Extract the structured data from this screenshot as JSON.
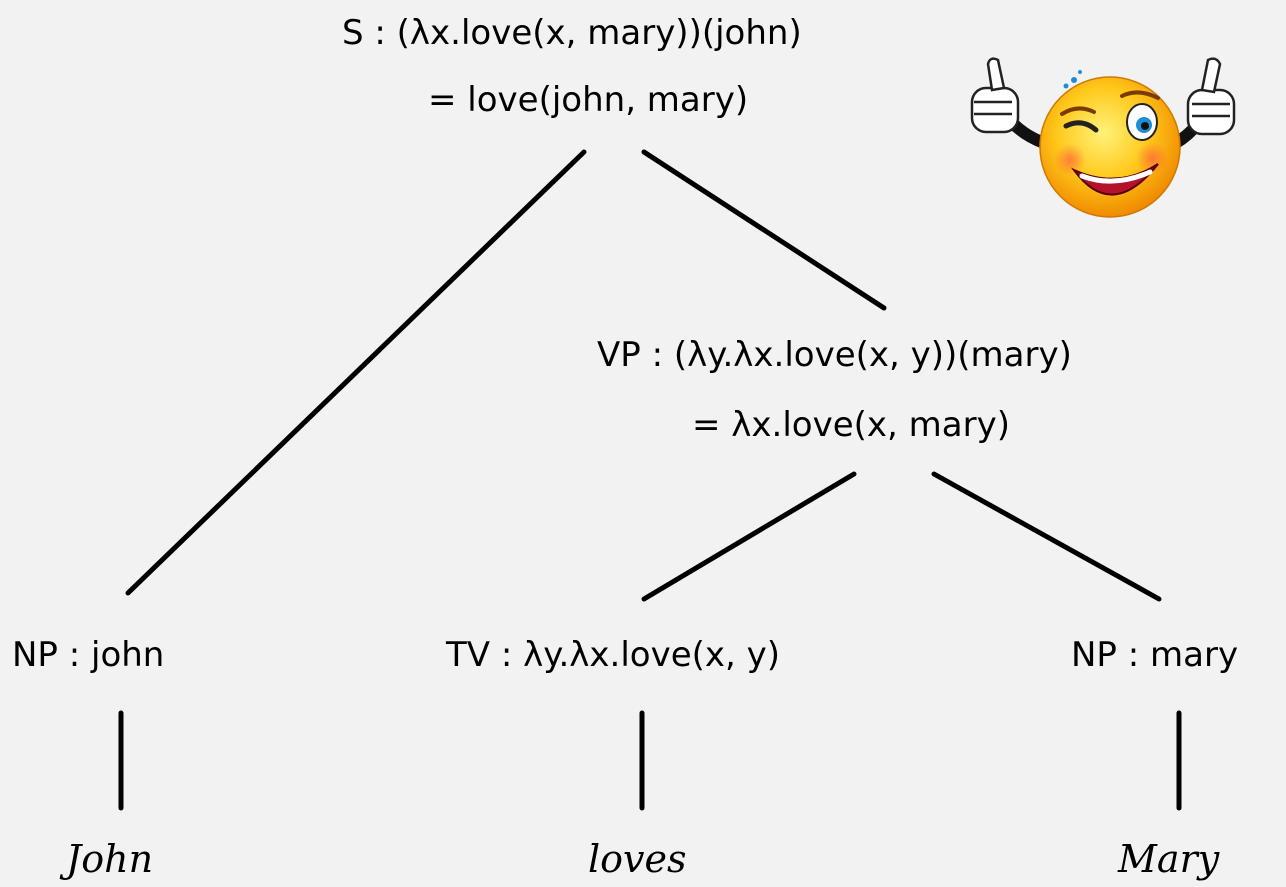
{
  "nodes": {
    "s": {
      "line1": "S : (λx.love(x, mary))(john)",
      "line2": "= love(john, mary)"
    },
    "vp": {
      "line1": "VP : (λy.λx.love(x, y))(mary)",
      "line2": "= λx.love(x, mary)"
    },
    "np_john": "NP : john",
    "tv": "TV : λy.λx.love(x, y)",
    "np_mary": "NP : mary"
  },
  "words": {
    "john": "John",
    "loves": "loves",
    "mary": "Mary"
  },
  "icons": {
    "emoji": "winking-thumbs-up-smiley-icon"
  }
}
